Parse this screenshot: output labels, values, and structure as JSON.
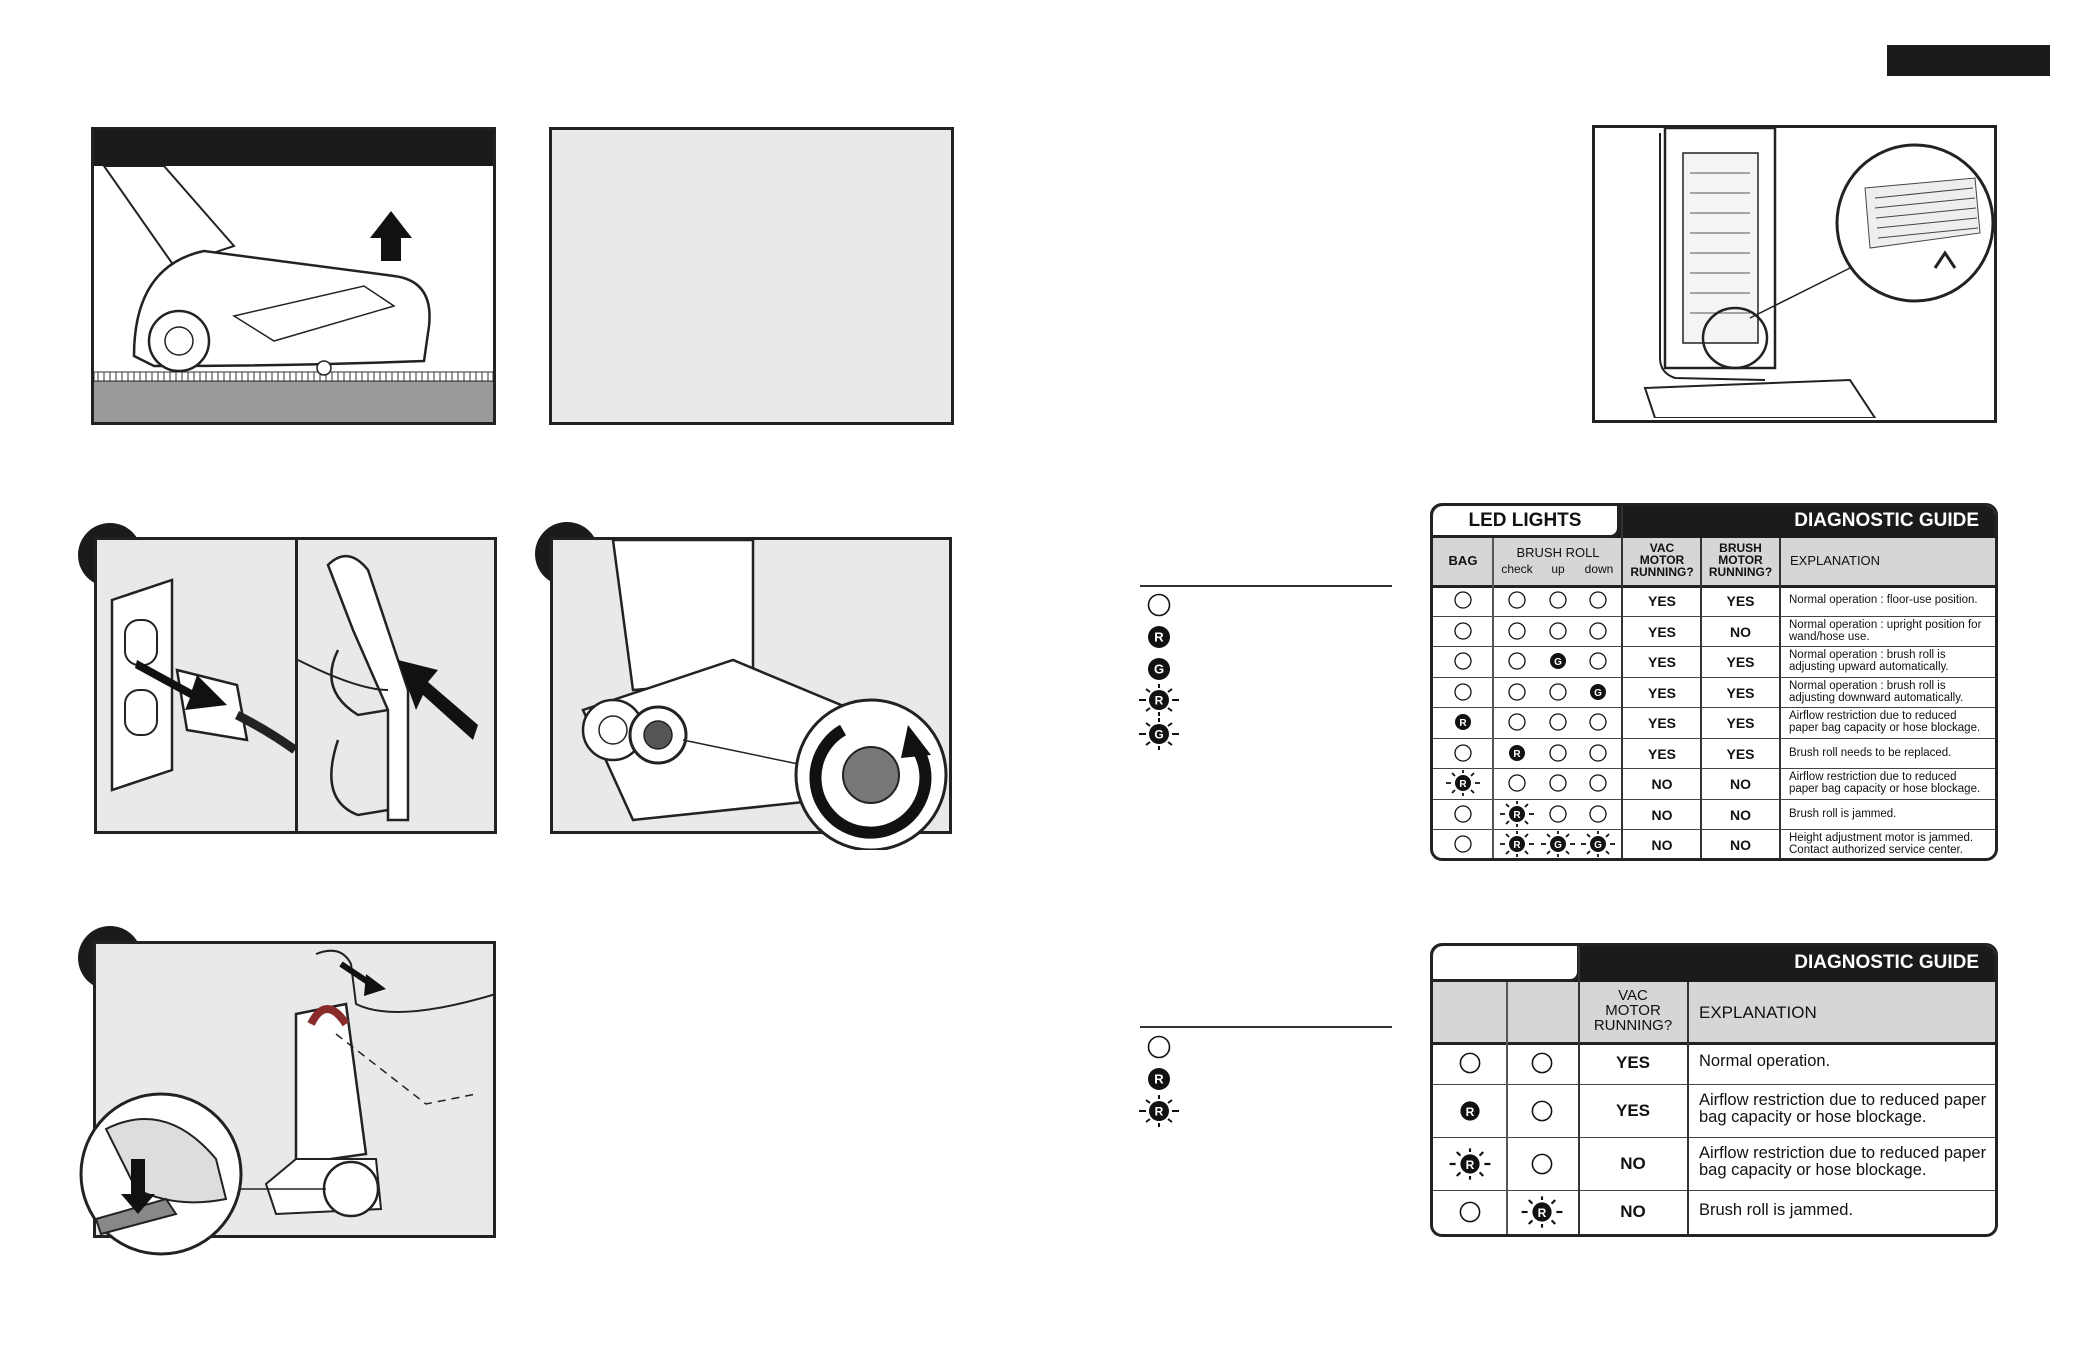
{
  "colors": {
    "black": "#1b1b1b",
    "panel_gray": "#e9e9e9",
    "header_gray": "#d6d6d6"
  },
  "icons": [
    "vacuum-base-icon",
    "up-arrow-icon",
    "wall-outlet-plug-icon",
    "handle-cord-release-icon",
    "vacuum-rotate-knob-icon",
    "rotate-arrow-icon",
    "vacuum-upright-icon",
    "foot-pedal-icon",
    "vacuum-open-bag-icon",
    "led-off-icon",
    "led-red-icon",
    "led-green-icon",
    "led-red-flashing-icon",
    "led-green-flashing-icon"
  ],
  "led_legend_1": [
    "led-off",
    "led-red",
    "led-green",
    "led-red-flashing",
    "led-green-flashing"
  ],
  "led_legend_2": [
    "led-off",
    "led-red",
    "led-red-flashing"
  ],
  "table1": {
    "tab_label": "LED LIGHTS",
    "title": "DIAGNOSTIC GUIDE",
    "headers": {
      "bag": "BAG",
      "brush_roll": "BRUSH ROLL",
      "check": "check",
      "up": "up",
      "down": "down",
      "vac_motor": "VAC MOTOR RUNNING?",
      "brush_motor": "BRUSH MOTOR RUNNING?",
      "explanation": "EXPLANATION"
    },
    "rows": [
      {
        "bag": "off",
        "check": "off",
        "up": "off",
        "down": "off",
        "vac": "YES",
        "brush": "YES",
        "explanation": "Normal operation : floor-use position."
      },
      {
        "bag": "off",
        "check": "off",
        "up": "off",
        "down": "off",
        "vac": "YES",
        "brush": "NO",
        "explanation": "Normal operation : upright position for wand/hose use."
      },
      {
        "bag": "off",
        "check": "off",
        "up": "G",
        "down": "off",
        "vac": "YES",
        "brush": "YES",
        "explanation": "Normal operation : brush roll is adjusting upward automatically."
      },
      {
        "bag": "off",
        "check": "off",
        "up": "off",
        "down": "G",
        "vac": "YES",
        "brush": "YES",
        "explanation": "Normal operation : brush roll is adjusting downward automatically."
      },
      {
        "bag": "R",
        "check": "off",
        "up": "off",
        "down": "off",
        "vac": "YES",
        "brush": "YES",
        "explanation": "Airflow restriction due to reduced paper bag capacity or hose blockage."
      },
      {
        "bag": "off",
        "check": "R",
        "up": "off",
        "down": "off",
        "vac": "YES",
        "brush": "YES",
        "explanation": "Brush roll needs to be replaced."
      },
      {
        "bag": "Rf",
        "check": "off",
        "up": "off",
        "down": "off",
        "vac": "NO",
        "brush": "NO",
        "explanation": "Airflow restriction due to reduced paper bag capacity or hose blockage."
      },
      {
        "bag": "off",
        "check": "Rf",
        "up": "off",
        "down": "off",
        "vac": "NO",
        "brush": "NO",
        "explanation": "Brush roll is jammed."
      },
      {
        "bag": "off",
        "check": "Rf",
        "up": "Gf",
        "down": "Gf",
        "vac": "NO",
        "brush": "NO",
        "explanation": "Height adjustment motor is jammed. Contact authorized service center."
      }
    ]
  },
  "table2": {
    "title": "DIAGNOSTIC GUIDE",
    "headers": {
      "vac_motor": "VAC MOTOR RUNNING?",
      "explanation": "EXPLANATION"
    },
    "rows": [
      {
        "c1": "off",
        "c2": "off",
        "vac": "YES",
        "explanation": "Normal operation."
      },
      {
        "c1": "R",
        "c2": "off",
        "vac": "YES",
        "explanation": "Airflow restriction due to reduced paper bag capacity or hose blockage."
      },
      {
        "c1": "Rf",
        "c2": "off",
        "vac": "NO",
        "explanation": "Airflow restriction due to reduced paper bag capacity or hose blockage."
      },
      {
        "c1": "off",
        "c2": "Rf",
        "vac": "NO",
        "explanation": "Brush roll is jammed."
      }
    ]
  }
}
